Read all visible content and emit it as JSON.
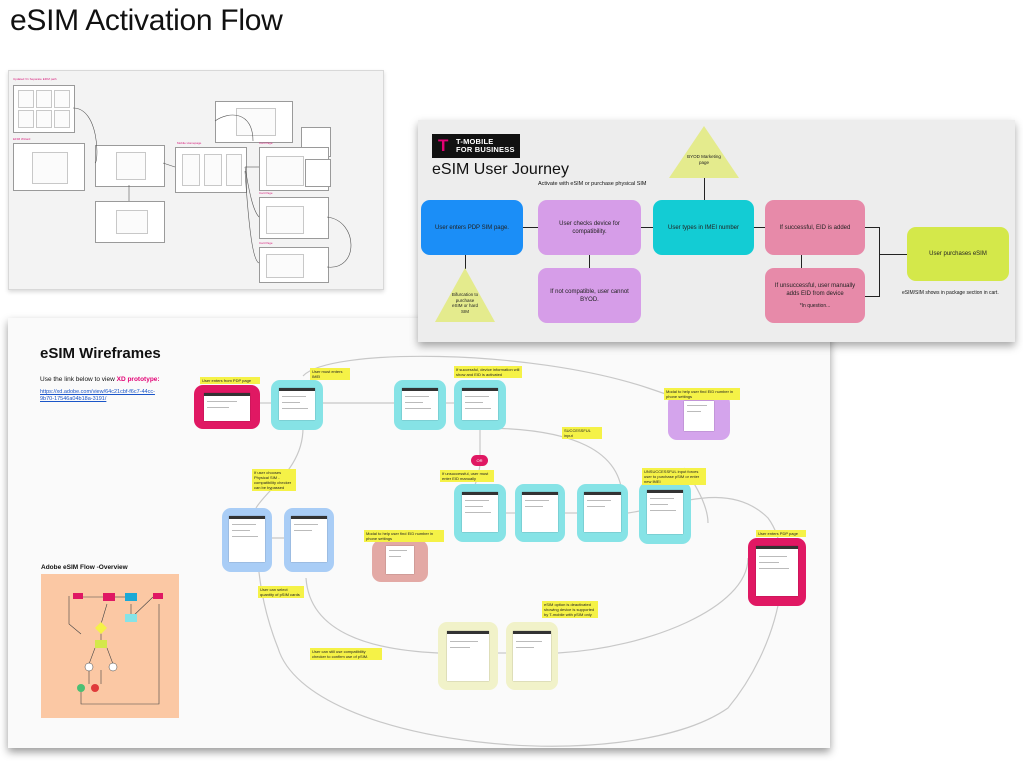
{
  "page": {
    "title": "eSIM Activation Flow"
  },
  "overview_board": {
    "frame_labels": [
      "Updated V1 Separate EFIM path",
      "EFIM Wizard",
      "Mobile Homepage",
      "Cart Page",
      "Cart Page",
      "Cart Page"
    ]
  },
  "journey": {
    "logo_mark": "T",
    "logo_text_1": "T-MOBILE",
    "logo_text_2": "FOR BUSINESS",
    "title": "eSIM User Journey",
    "subtitle": "Activate with eSIM or purchase physical SIM",
    "steps": {
      "enter_pdp": "User enters PDP SIM page.",
      "check_device": "User checks device for compatibility.",
      "imei": "User types in IMEI number",
      "eid_added": "If successful, EID is added",
      "purchase": "User purchases eSIM",
      "not_compatible": "If not compatible, user cannot BYOD.",
      "manual_eid": "If unsuccessful, user manually adds EID from device",
      "manual_eid_note": "*In question..."
    },
    "triangles": {
      "byod": "BYOD Marketing page",
      "bifurcation": "Bifurcation to purchase eSIM or hard SIM"
    },
    "cart_note": "eSIM/SIM shows in package section in cart."
  },
  "wireframes": {
    "title": "eSIM Wireframes",
    "link_intro": "Use the link below to view",
    "link_intro_xd": "XD prototype:",
    "link_url": "https://xd.adobe.com/view/64c21cbf-f6c7-44cc-9b70-17546a04b18a-3191/",
    "overview_title": "Adobe eSIM Flow -Overview",
    "notes": {
      "enters_pdp": "User enters from PDP page",
      "enters_pdp_right": "User enters PDP page",
      "must_enter_imei": "User must enters IMEI",
      "device_info": "If successful, device information will show and EID is activated",
      "successful_input": "SUCCESSFUL input",
      "modal_find_eid": "Modal to help user find EID number in phone settings",
      "physical_sim": "If user chooses Physical SIM - compatibility checker can be bypassed",
      "unsuccessful": "If unsuccessful, user must enter EID manually",
      "unsuccessful_again": "UNSUCCESSFUL input forces user to purchase pSIM or enter new IMEI",
      "modal_find_eid_2": "Modal to help user find EID number in phone settings",
      "select_quantity": "User can select quantity of pSIM cards",
      "can_still_use": "User can still use compatibility checker to confirm use of pSIM.",
      "esim_option": "eSIM option is deactivated showing device is supported by T-mobile with pSIM only"
    },
    "decision": "OR"
  }
}
